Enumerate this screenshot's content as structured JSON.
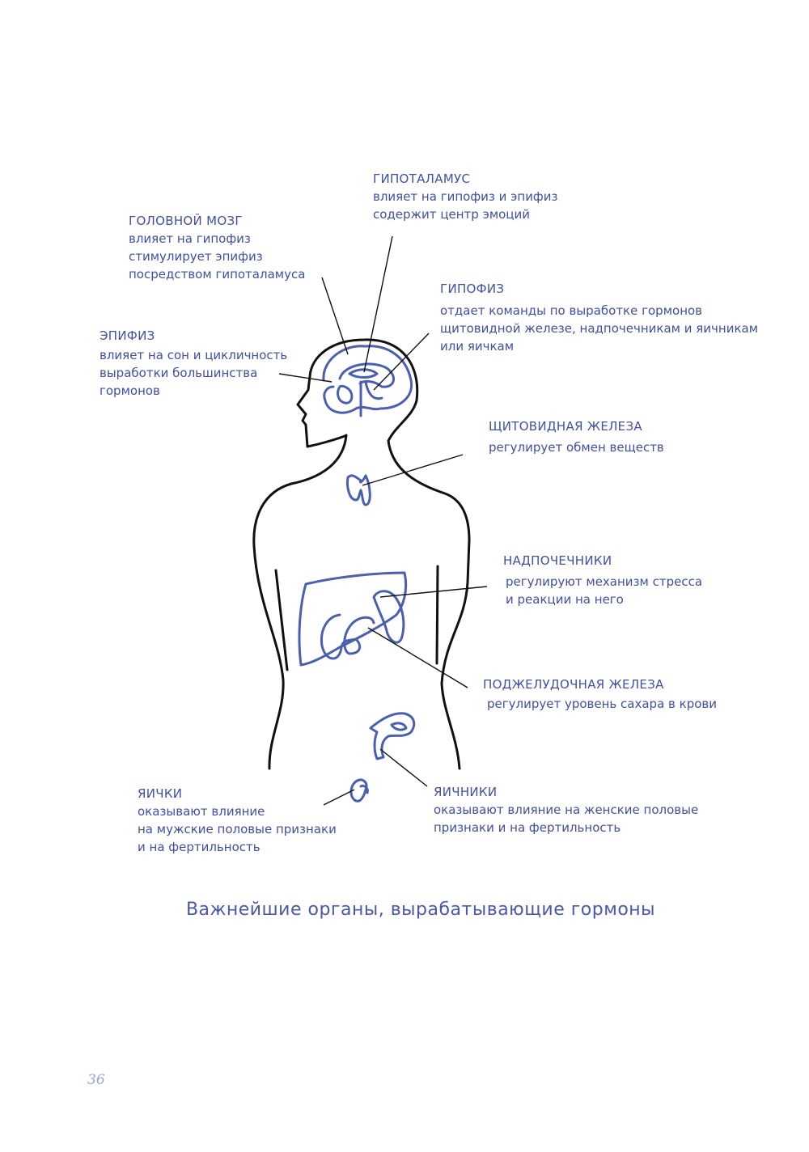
{
  "labels": {
    "hypothalamus": {
      "title": "ГИПОТАЛАМУС",
      "lines": [
        "влияет на гипофиз и эпифиз",
        "содержит центр эмоций"
      ]
    },
    "brain": {
      "title": "ГОЛОВНОЙ МОЗГ",
      "lines": [
        "влияет на гипофиз",
        "стимулирует эпифиз",
        "посредством гипоталамуса"
      ]
    },
    "pituitary": {
      "title": "ГИПОФИЗ",
      "lines": [
        "отдает команды по выработке гормонов",
        "щитовидной железе, надпочечникам и яичникам",
        "или яичкам"
      ]
    },
    "pineal": {
      "title": "ЭПИФИЗ",
      "lines": [
        "влияет на сон и цикличность",
        "выработки большинства",
        "гормонов"
      ]
    },
    "thyroid": {
      "title": "ЩИТОВИДНАЯ ЖЕЛЕЗА",
      "lines": [
        "регулирует обмен веществ"
      ]
    },
    "adrenals": {
      "title": "НАДПОЧЕЧНИКИ",
      "lines": [
        "регулируют механизм стресса",
        "и реакции на него"
      ]
    },
    "pancreas": {
      "title": "ПОДЖЕЛУДОЧНАЯ ЖЕЛЕЗА",
      "lines": [
        "регулирует уровень сахара в крови"
      ]
    },
    "testes": {
      "title": "ЯИЧКИ",
      "lines": [
        "оказывают влияние",
        "на мужские половые признаки",
        "и на фертильность"
      ]
    },
    "ovaries": {
      "title": "ЯИЧНИКИ",
      "lines": [
        "оказывают влияние на женские половые",
        "признаки и на фертильность"
      ]
    }
  },
  "caption": "Важнейшие органы, вырабатывающие гормоны",
  "page_number": "36",
  "colors": {
    "organ_stroke": "#4a5fb0",
    "body_stroke": "#111111",
    "text": "#4150a0"
  }
}
